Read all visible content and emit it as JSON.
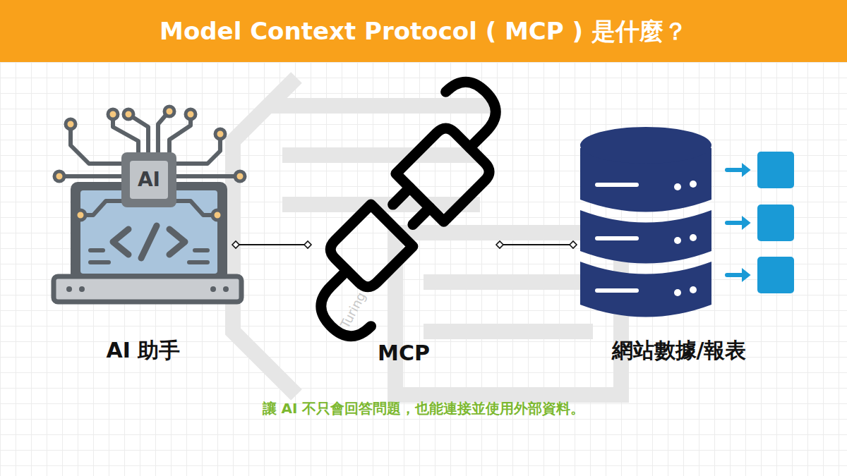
{
  "diagram": {
    "title": "Model Context Protocol ( MCP ) 是什麼？",
    "caption": "讓 AI 不只會回答問題，也能連接並使用外部資料。",
    "nodes": [
      {
        "text": [
          "AI 助手"
        ]
      },
      {
        "text": [
          "MCP"
        ]
      },
      {
        "text": [
          "網站數據/報表"
        ]
      }
    ],
    "edges": [
      {
        "from": 0,
        "to": 1,
        "arrow": "none"
      },
      {
        "from": 1,
        "to": 2,
        "arrow": "none"
      }
    ],
    "labels": [
      "AI",
      "Turing"
    ]
  }
}
